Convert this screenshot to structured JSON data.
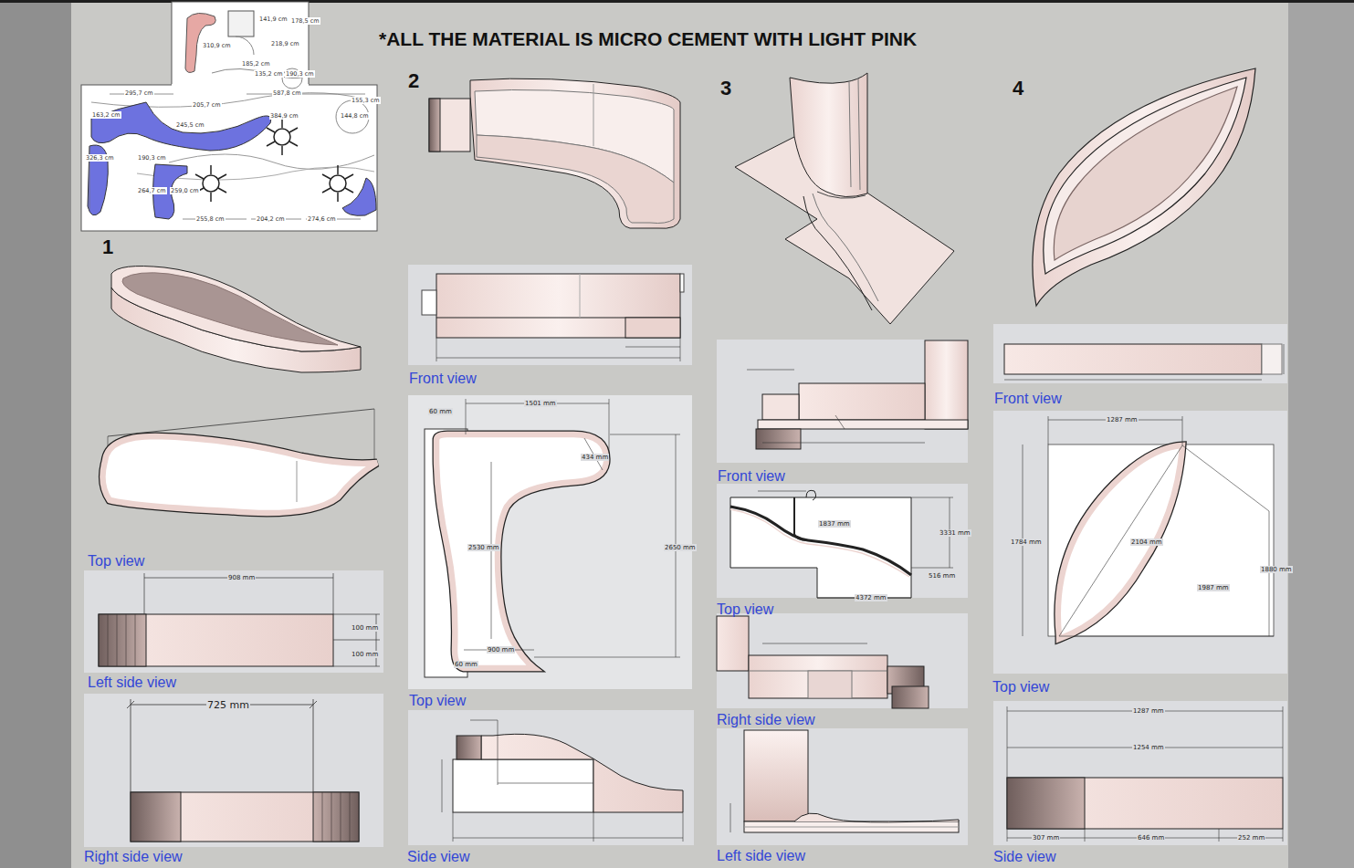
{
  "diagram": {
    "title": "*ALL THE MATERIAL IS MICRO CEMENT WITH LIGHT PINK",
    "labels": [
      "1",
      "2",
      "3",
      "4",
      "Top view",
      "Left side view",
      "Right side view",
      "Front view",
      "Top view",
      "Side view",
      "Front view",
      "Top view",
      "Right side view",
      "Left side view",
      "Front view",
      "Top view",
      "Side view",
      "295,7 cm",
      "205,7 cm",
      "587,8 cm",
      "163,2 cm",
      "245,5 cm",
      "384,9 cm",
      "144,8 cm",
      "155,3 cm",
      "141,9 cm",
      "178,5 cm",
      "218,9 cm",
      "310,9 cm",
      "185,2 cm",
      "135,2 cm",
      "190,3 cm",
      "326,3 cm",
      "190,3 cm",
      "264,7 cm",
      "259,0 cm",
      "255,8 cm",
      "204,2 cm",
      "274,6 cm",
      "908 mm",
      "100 mm",
      "100 mm",
      "725 mm",
      "1501 mm",
      "434 mm",
      "2530 mm",
      "2650 mm",
      "900 mm",
      "60 mm",
      "60 mm",
      "1837 mm",
      "3331 mm",
      "516 mm",
      "4372 mm",
      "1287 mm",
      "1784 mm",
      "1880 mm",
      "2104 mm",
      "1987 mm",
      "1287 mm",
      "1254 mm",
      "307 mm",
      "646 mm",
      "252 mm"
    ]
  }
}
